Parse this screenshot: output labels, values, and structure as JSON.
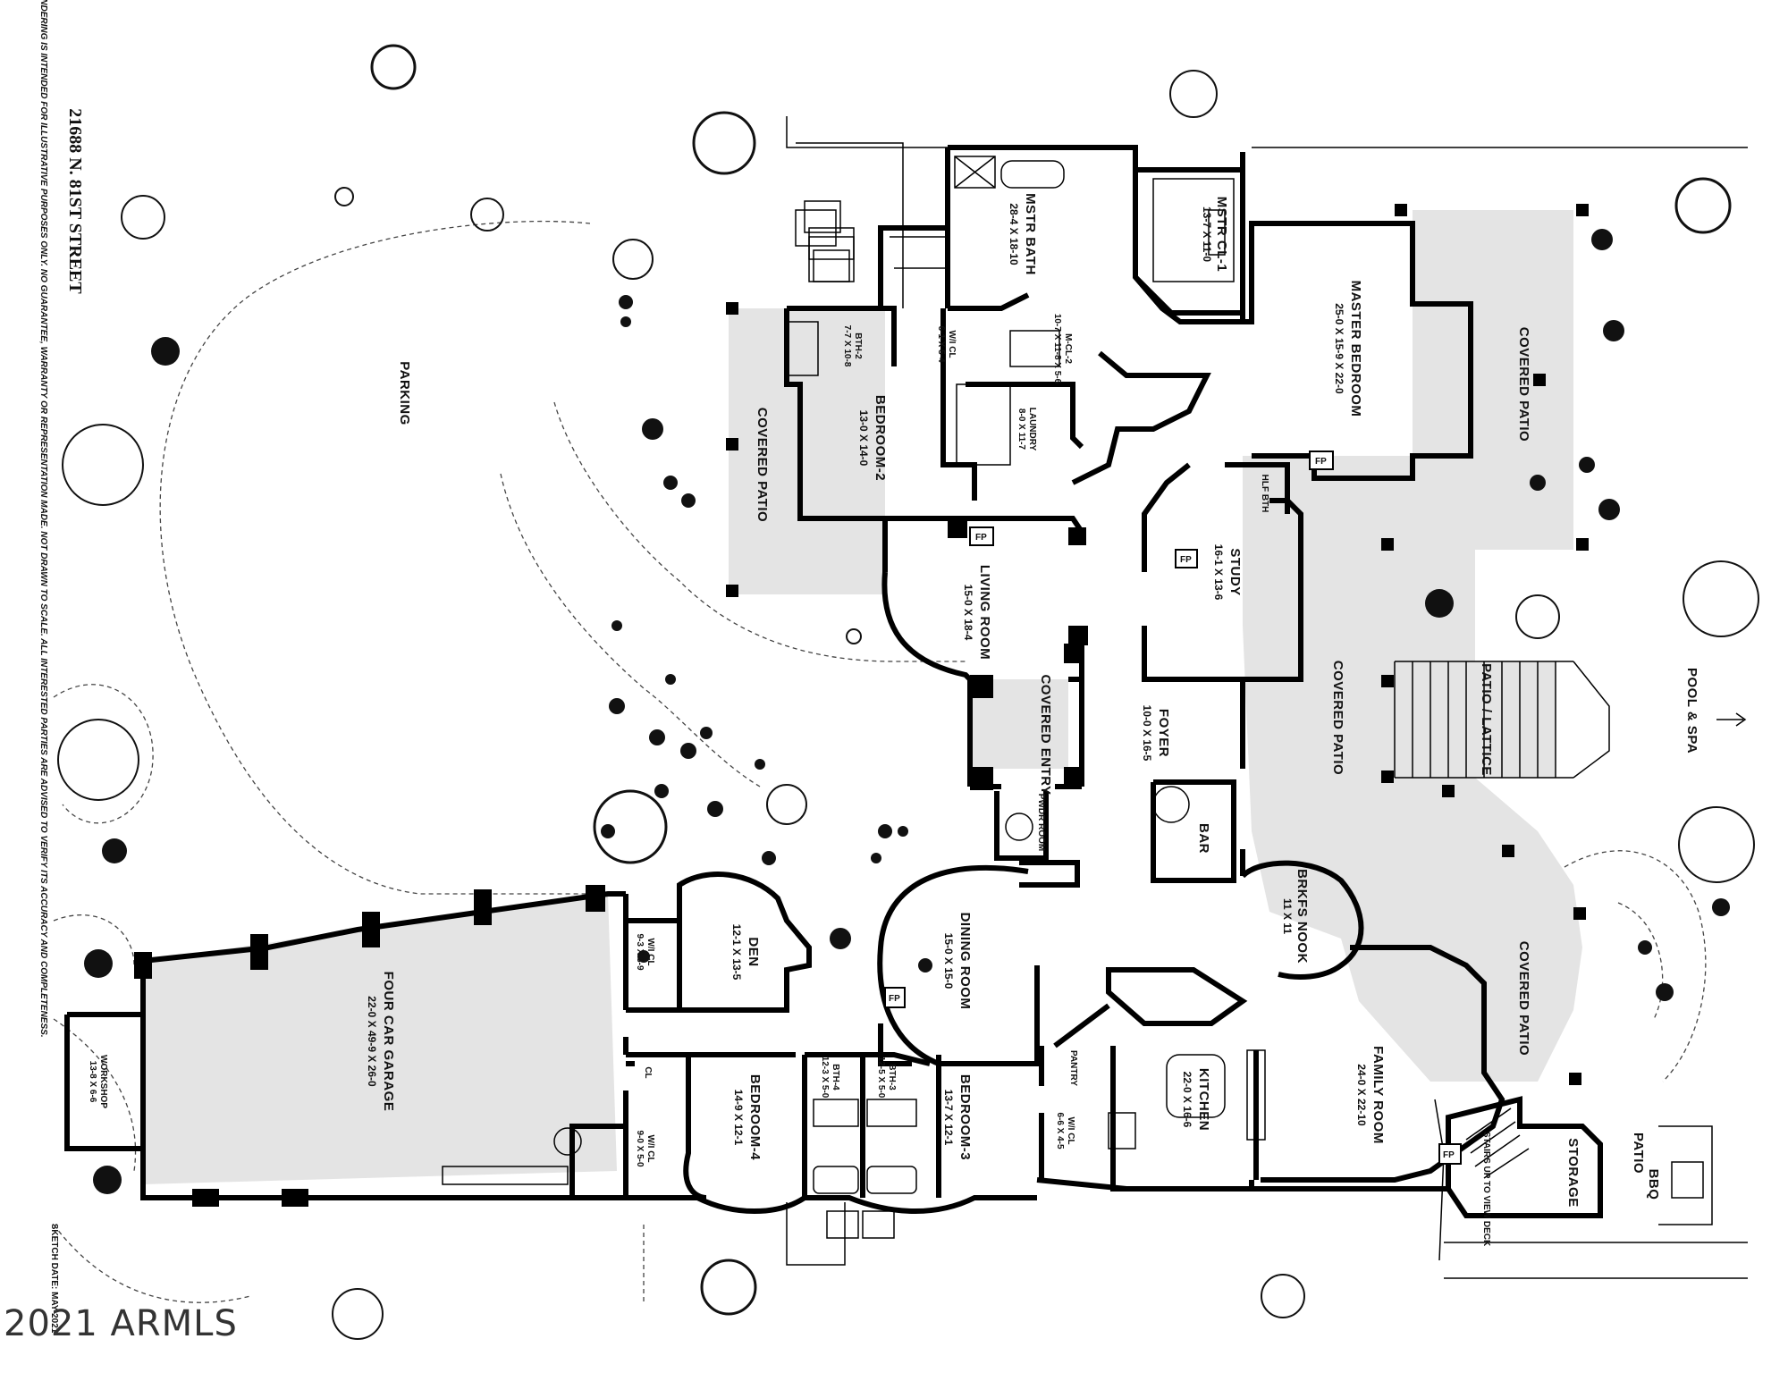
{
  "address": "21688 N. 81ST STREET",
  "disclaimer": "FLOORPLAN RENDERING IS INTENDED FOR ILLUSTRATIVE PURPOSES ONLY. NO GUARANTEE, WARRANTY OR REPRESENTATION MADE. NOT DRAWN TO SCALE. ALL INTERESTED PARTIES ARE ADVISED TO VERIFY ITS ACCURACY AND COMPLETENESS.",
  "sketch_date": "SKETCH DATE:  MAY 2021",
  "watermark": "2021 ARMLS",
  "labels": {
    "parking": "PARKING",
    "pool_spa": "POOL & SPA",
    "patio": "PATIO",
    "bbq": "BBQ",
    "patio_lattice": "PATIO / LATTICE",
    "stairs": "STAIRS UP TO VIEW DECK"
  },
  "rooms": [
    {
      "name": "MSTR BATH",
      "dims": "28-4 X 18-10"
    },
    {
      "name": "MSTR CL-1",
      "dims": "13-7 X 11-0"
    },
    {
      "name": "MASTER BEDROOM",
      "dims": "25-0 X 15-9 X 22-0"
    },
    {
      "name": "COVERED PATIO",
      "dims": ""
    },
    {
      "name": "W/I CL",
      "dims": "6-1 X 5-4"
    },
    {
      "name": "BTH-2",
      "dims": "7-7 X 10-8"
    },
    {
      "name": "M-CL-2",
      "dims": "10-7 X 11-8 X 5-6"
    },
    {
      "name": "LAUNDRY",
      "dims": "8-0 X 11-7"
    },
    {
      "name": "BEDROOM-2",
      "dims": "13-0 X 14-0"
    },
    {
      "name": "COVERED PATIO",
      "dims": ""
    },
    {
      "name": "HLF BTH",
      "dims": ""
    },
    {
      "name": "LIVING ROOM",
      "dims": "15-0 X 18-4"
    },
    {
      "name": "STUDY",
      "dims": "16-1 X 13-6"
    },
    {
      "name": "COVERED ENTRY",
      "dims": ""
    },
    {
      "name": "FOYER",
      "dims": "10-0 X 16-5"
    },
    {
      "name": "COVERED PATIO",
      "dims": ""
    },
    {
      "name": "PWDR ROOM",
      "dims": ""
    },
    {
      "name": "BAR",
      "dims": ""
    },
    {
      "name": "DINING ROOM",
      "dims": "15-0 X 15-0"
    },
    {
      "name": "BRKFS NOOK",
      "dims": "11 X 11"
    },
    {
      "name": "DEN",
      "dims": "12-1 X 13-5"
    },
    {
      "name": "W/I CL",
      "dims": "9-3 X 3-9"
    },
    {
      "name": "FOUR CAR GARAGE",
      "dims": "22-0 X 49-9 X 26-0"
    },
    {
      "name": "WORKSHOP",
      "dims": "13-8 X 6-6"
    },
    {
      "name": "KITCHEN",
      "dims": "22-0 X 16-6"
    },
    {
      "name": "FAMILY ROOM",
      "dims": "24-0 X 22-10"
    },
    {
      "name": "COVERED PATIO",
      "dims": ""
    },
    {
      "name": "BEDROOM-4",
      "dims": "14-9 X 12-1"
    },
    {
      "name": "BTH-4",
      "dims": "12-3 X 5-0"
    },
    {
      "name": "BTH-3",
      "dims": "12-5 X 5-0"
    },
    {
      "name": "BEDROOM-3",
      "dims": "13-7 X 12-1"
    },
    {
      "name": "PANTRY",
      "dims": ""
    },
    {
      "name": "W/I CL",
      "dims": "6-6 X 4-5"
    },
    {
      "name": "W/I CL",
      "dims": "9-0 X 5-0"
    },
    {
      "name": "CL",
      "dims": ""
    },
    {
      "name": "STORAGE",
      "dims": ""
    }
  ],
  "fireplace_label": "FP"
}
